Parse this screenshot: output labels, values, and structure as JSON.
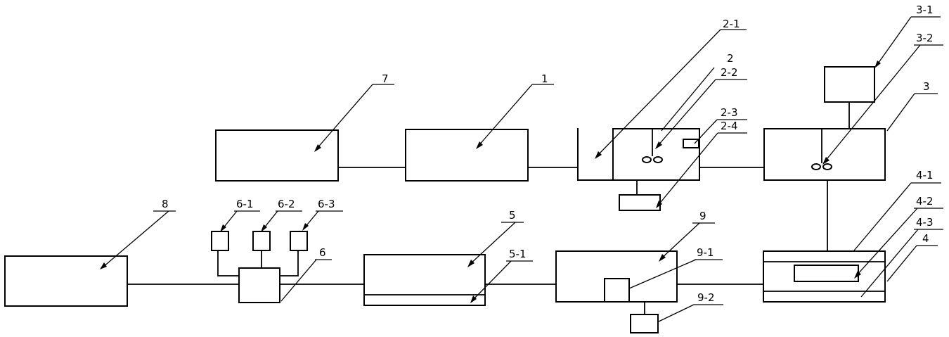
{
  "labels": {
    "l1": "1",
    "l2": "2",
    "l2_1": "2-1",
    "l2_2": "2-2",
    "l2_3": "2-3",
    "l2_4": "2-4",
    "l3": "3",
    "l3_1": "3-1",
    "l3_2": "3-2",
    "l4": "4",
    "l4_1": "4-1",
    "l4_2": "4-2",
    "l4_3": "4-3",
    "l5": "5",
    "l5_1": "5-1",
    "l6": "6",
    "l6_1": "6-1",
    "l6_2": "6-2",
    "l6_3": "6-3",
    "l7": "7",
    "l8": "8",
    "l9": "9",
    "l9_1": "9-1",
    "l9_2": "9-2"
  }
}
